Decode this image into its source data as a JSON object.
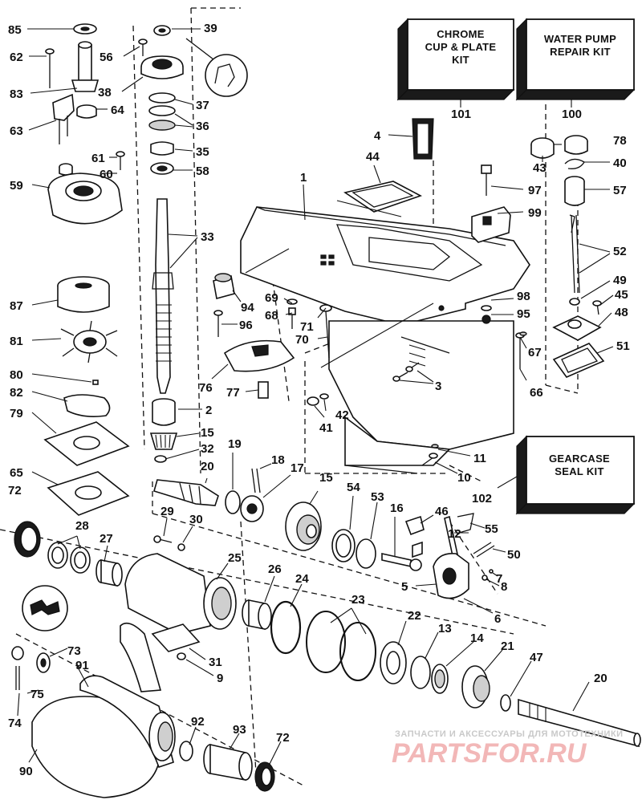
{
  "kits": {
    "chrome": {
      "line1": "CHROME",
      "line2": "CUP & PLATE",
      "line3": "KIT",
      "number": "101"
    },
    "waterpump": {
      "line1": "WATER PUMP",
      "line2": "REPAIR KIT",
      "number": "100"
    },
    "gearcase": {
      "line1": "GEARCASE",
      "line2": "SEAL KIT",
      "number": "102"
    }
  },
  "callouts": {
    "c1": "1",
    "c2": "2",
    "c3": "3",
    "c4": "4",
    "c5": "5",
    "c6": "6",
    "c7": "7",
    "c8": "8",
    "c9": "9",
    "c10": "10",
    "c11": "11",
    "c12": "12",
    "c13": "13",
    "c14": "14",
    "c15a": "15",
    "c15b": "15",
    "c16": "16",
    "c17": "17",
    "c18": "18",
    "c19": "19",
    "c20a": "20",
    "c20b": "20",
    "c21": "21",
    "c22": "22",
    "c23": "23",
    "c24": "24",
    "c25": "25",
    "c26": "26",
    "c27": "27",
    "c28": "28",
    "c29": "29",
    "c30": "30",
    "c31": "31",
    "c32": "32",
    "c33": "33",
    "c35": "35",
    "c36": "36",
    "c37": "37",
    "c38": "38",
    "c39": "39",
    "c40": "40",
    "c41": "41",
    "c42": "42",
    "c43": "43",
    "c44": "44",
    "c45": "45",
    "c46": "46",
    "c47": "47",
    "c48": "48",
    "c49": "49",
    "c50": "50",
    "c51": "51",
    "c52": "52",
    "c53": "53",
    "c54": "54",
    "c55": "55",
    "c56": "56",
    "c57": "57",
    "c58": "58",
    "c59": "59",
    "c60": "60",
    "c61": "61",
    "c62": "62",
    "c63": "63",
    "c64": "64",
    "c65": "65",
    "c66": "66",
    "c67": "67",
    "c68": "68",
    "c69": "69",
    "c70": "70",
    "c71": "71",
    "c72a": "72",
    "c72b": "72",
    "c73": "73",
    "c74": "74",
    "c75": "75",
    "c76": "76",
    "c77": "77",
    "c78": "78",
    "c79": "79",
    "c80": "80",
    "c81": "81",
    "c82": "82",
    "c83": "83",
    "c85": "85",
    "c87": "87",
    "c90": "90",
    "c91": "91",
    "c92": "92",
    "c93": "93",
    "c94": "94",
    "c95": "95",
    "c96": "96",
    "c97": "97",
    "c98": "98",
    "c99": "99"
  },
  "watermark": {
    "line1": "ЗАПЧАСТИ И АКСЕССУАРЫ ДЛЯ МОТОТЕХНИКИ",
    "line2": "PARTSFOR.RU"
  },
  "colors": {
    "ink": "#111111",
    "background": "#ffffff",
    "kit_box_shade": "#1a1a1a",
    "watermark": "#f2b7b7"
  }
}
